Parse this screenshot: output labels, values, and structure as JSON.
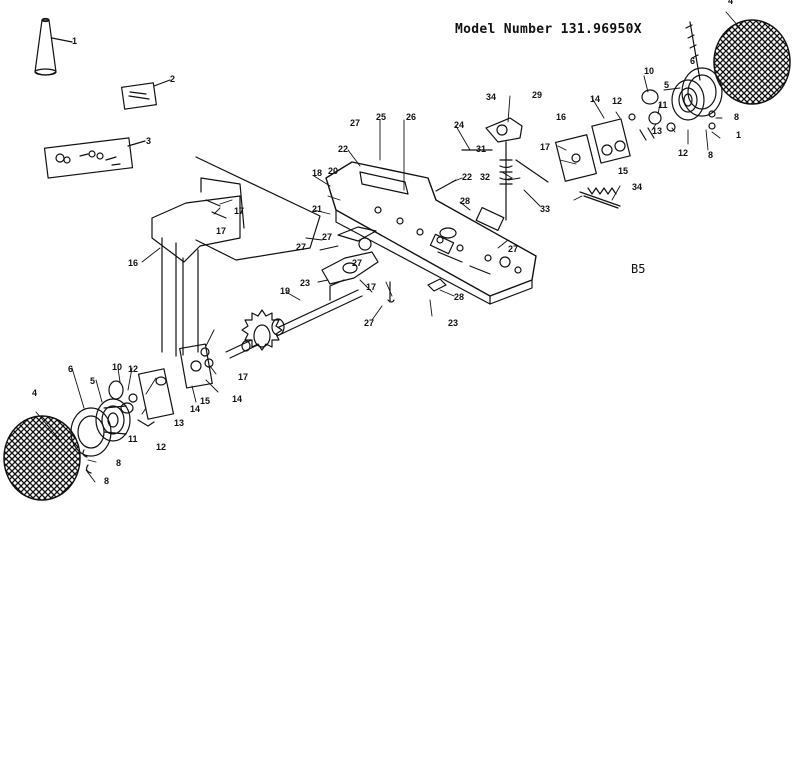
{
  "header": {
    "model_number": "Model Number 131.96950X",
    "page_code": "B5"
  },
  "diagram": {
    "parts": [
      {
        "id": "cone",
        "label": "1"
      },
      {
        "id": "decal",
        "label": "2"
      },
      {
        "id": "hardware-bag",
        "label": "3"
      },
      {
        "id": "wheel-left",
        "label": "4"
      },
      {
        "id": "hub-left",
        "label": "5"
      },
      {
        "id": "rim-left",
        "label": "6"
      },
      {
        "id": "axle-nut-left-a",
        "label": "8"
      },
      {
        "id": "axle-nut-left-b",
        "label": "8"
      },
      {
        "id": "bushing-left",
        "label": "10"
      },
      {
        "id": "washer-left-11",
        "label": "11"
      },
      {
        "id": "washer-left-12a",
        "label": "12"
      },
      {
        "id": "bolt-left-12",
        "label": "12"
      },
      {
        "id": "plate-left-13",
        "label": "13"
      },
      {
        "id": "plate-left-14a",
        "label": "14"
      },
      {
        "id": "plate-left-14b",
        "label": "14"
      },
      {
        "id": "bearing-left",
        "label": "15"
      },
      {
        "id": "frame-upright",
        "label": "16"
      },
      {
        "id": "nut-17a",
        "label": "17"
      },
      {
        "id": "nut-17b",
        "label": "17"
      },
      {
        "id": "nut-17c",
        "label": "17"
      },
      {
        "id": "nut-17d",
        "label": "17"
      },
      {
        "id": "frame-main",
        "label": "18"
      },
      {
        "id": "axle-19",
        "label": "19"
      },
      {
        "id": "bracket-20",
        "label": "20"
      },
      {
        "id": "screw-21",
        "label": "21"
      },
      {
        "id": "bolt-22a",
        "label": "22"
      },
      {
        "id": "bolt-22b",
        "label": "22"
      },
      {
        "id": "screw-23a",
        "label": "23"
      },
      {
        "id": "screw-23b",
        "label": "23"
      },
      {
        "id": "bolt-24",
        "label": "24"
      },
      {
        "id": "pin-25",
        "label": "25"
      },
      {
        "id": "pin-26",
        "label": "26"
      },
      {
        "id": "nut-27a",
        "label": "27"
      },
      {
        "id": "nut-27b",
        "label": "27"
      },
      {
        "id": "nut-27c",
        "label": "27"
      },
      {
        "id": "nut-27d",
        "label": "27"
      },
      {
        "id": "nut-27e",
        "label": "27"
      },
      {
        "id": "nut-27f",
        "label": "27"
      },
      {
        "id": "washer-28a",
        "label": "28"
      },
      {
        "id": "washer-28b",
        "label": "28"
      },
      {
        "id": "cap-29",
        "label": "29"
      },
      {
        "id": "pulley-31",
        "label": "31"
      },
      {
        "id": "spring-32",
        "label": "32"
      },
      {
        "id": "rod-33",
        "label": "33"
      },
      {
        "id": "bracket-34a",
        "label": "34"
      },
      {
        "id": "spring-34b",
        "label": "34"
      },
      {
        "id": "wheel-right",
        "label": "4"
      },
      {
        "id": "rim-right",
        "label": "6"
      },
      {
        "id": "hub-right",
        "label": "5"
      },
      {
        "id": "bushing-right",
        "label": "10"
      },
      {
        "id": "washer-right-11",
        "label": "11"
      },
      {
        "id": "bolt-right-12",
        "label": "12"
      },
      {
        "id": "washer-right-12b",
        "label": "12"
      },
      {
        "id": "plate-right-13",
        "label": "13"
      },
      {
        "id": "plate-right-14",
        "label": "14"
      },
      {
        "id": "bearing-right",
        "label": "15"
      },
      {
        "id": "plate-right-16",
        "label": "16"
      },
      {
        "id": "nut-right-17",
        "label": "17"
      },
      {
        "id": "pin-right-1",
        "label": "1"
      },
      {
        "id": "nut-right-8a",
        "label": "8"
      },
      {
        "id": "nut-right-8b",
        "label": "8"
      }
    ]
  }
}
